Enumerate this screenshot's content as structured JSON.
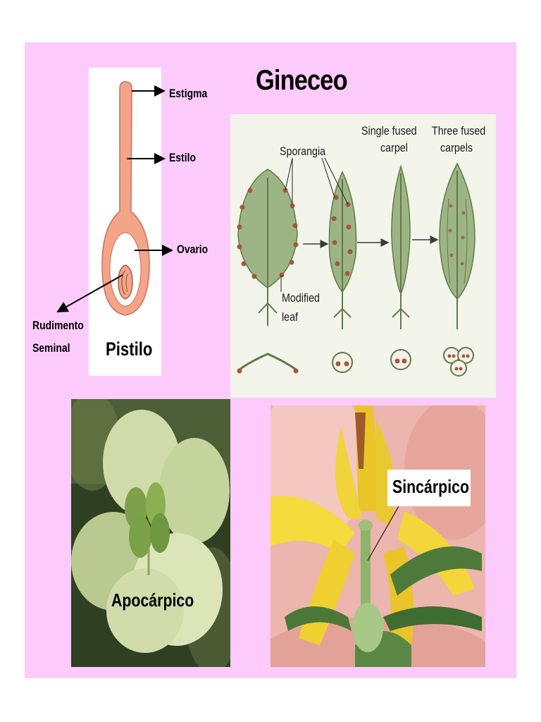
{
  "title": "Gineceo",
  "pistil": {
    "caption": "Pistilo",
    "labels": {
      "stigma": "Estigma",
      "style": "Estilo",
      "ovary": "Ovario",
      "ovule_line1": "Rudimento",
      "ovule_line2": "Seminal"
    },
    "colors": {
      "pistil": "#f4a488",
      "outline": "#c9705a",
      "ovule": "#b56a4a"
    }
  },
  "evolution_diagram": {
    "labels": {
      "sporangia": "Sporangia",
      "modified_leaf_line1": "Modified",
      "modified_leaf_line2": "leaf",
      "single_fused_line1": "Single fused",
      "single_fused_line2": "carpel",
      "three_fused_line1": "Three fused",
      "three_fused_line2": "carpels"
    },
    "colors": {
      "leaf": "#9db585",
      "leaf_dark": "#5f7a4c",
      "sporangium": "#a0593d"
    }
  },
  "photos": {
    "apocarpic": {
      "label": "Apocárpico"
    },
    "syncarpic": {
      "label": "Sincárpico"
    }
  },
  "colors": {
    "slide_background": "#fccbfb",
    "panel_background": "#ffffff"
  }
}
